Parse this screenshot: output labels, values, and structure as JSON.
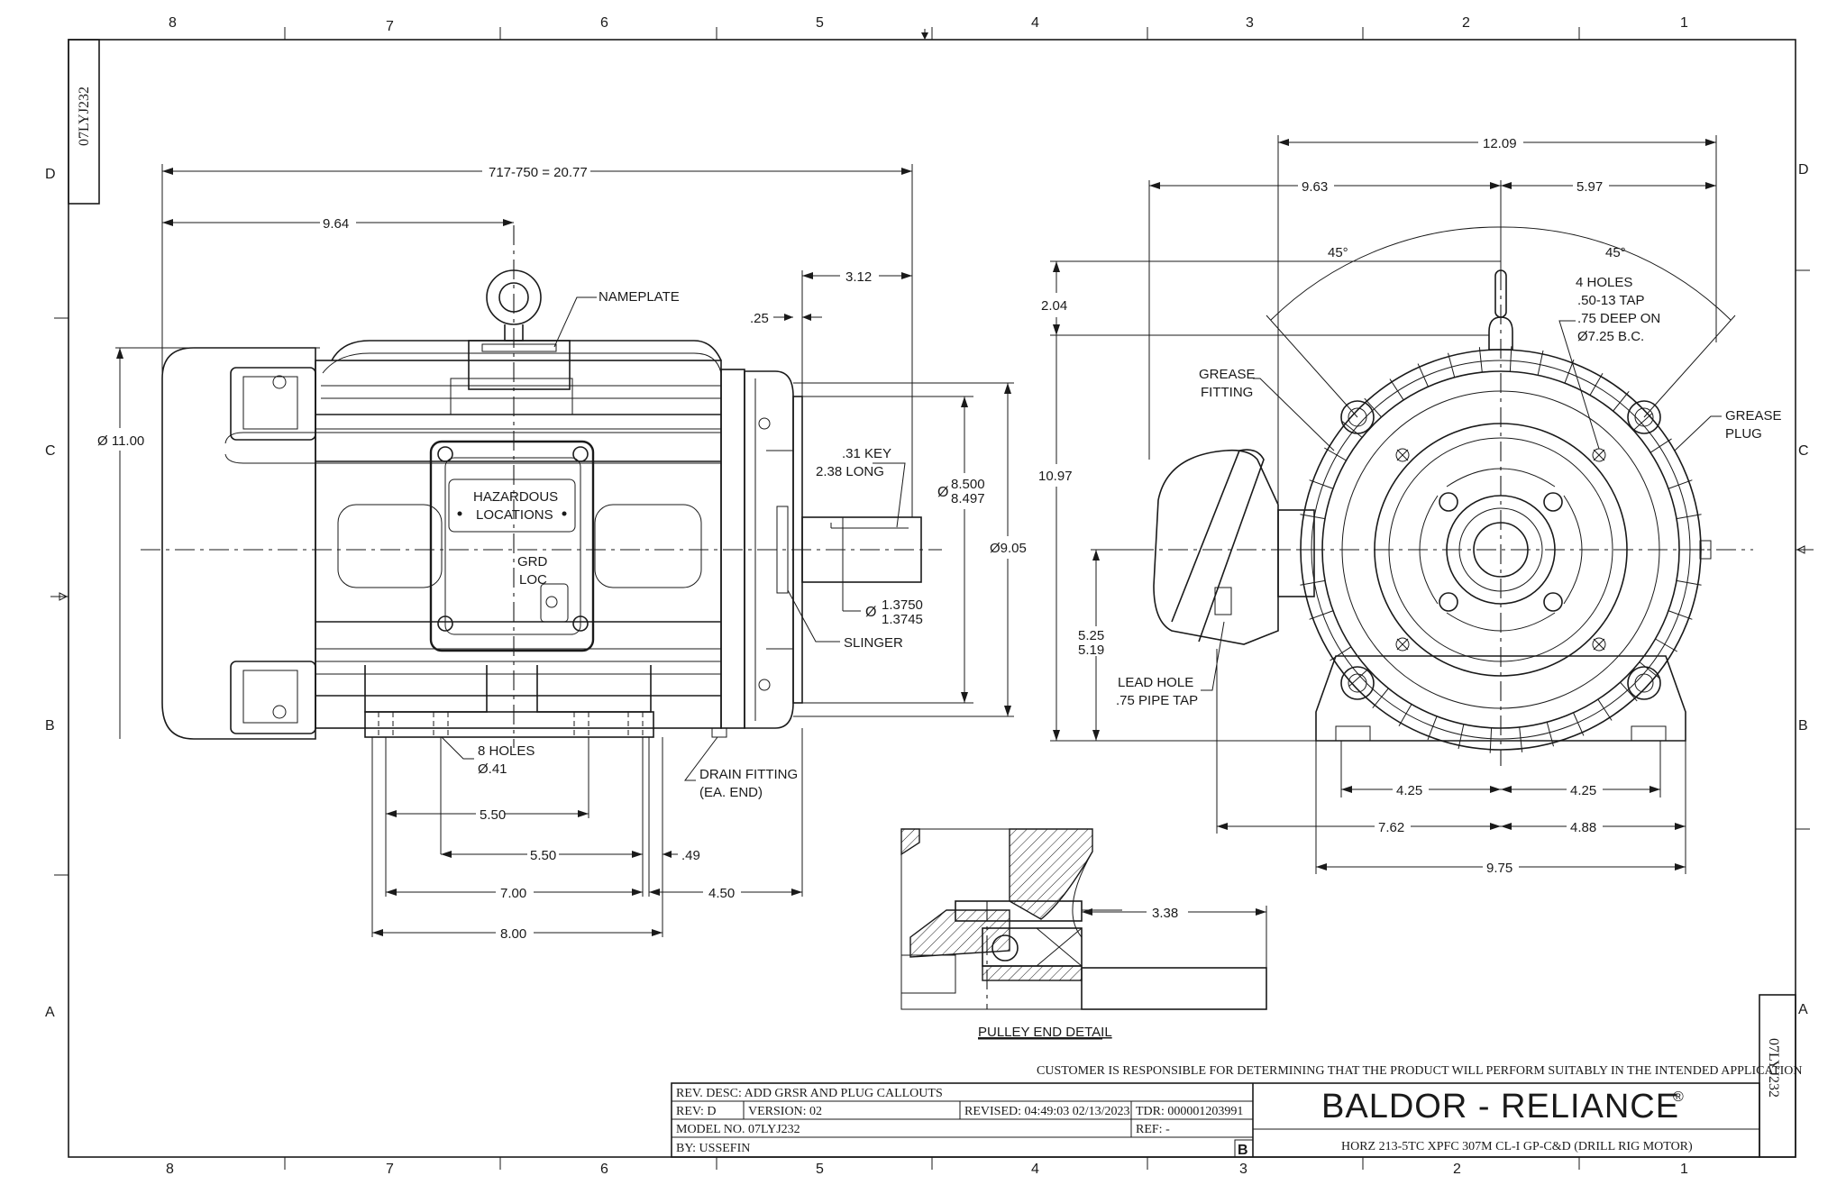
{
  "border": {
    "zones_top": [
      "8",
      "7",
      "6",
      "5",
      "4",
      "3",
      "2",
      "1"
    ],
    "zones_bottom": [
      "8",
      "7",
      "6",
      "5",
      "4",
      "3",
      "2",
      "1"
    ],
    "rows_left": [
      "D",
      "C",
      "B",
      "A"
    ],
    "rows_right": [
      "D",
      "C",
      "B",
      "A"
    ],
    "drawing_number_corner": "07LYJ232",
    "drawing_number_corner_right": "07LYJ232"
  },
  "side_view": {
    "overall_length": "717-750 = 20.77",
    "dim_964": "9.64",
    "dim_diameter": "Ø 11.00",
    "nameplate": "NAMEPLATE",
    "hazardous": [
      "HAZARDOUS",
      "LOCATIONS"
    ],
    "grd_loc": [
      "GRD",
      "LOC"
    ],
    "dim_312": "3.12",
    "dim_025": ".25",
    "key": [
      ".31 KEY",
      "2.38 LONG"
    ],
    "pilot_dia": [
      "8.500",
      "8.497"
    ],
    "pilot_prefix": "Ø",
    "dia_905": "Ø9.05",
    "shaft_dia": [
      "1.3750",
      "1.3745"
    ],
    "shaft_prefix": "Ø",
    "slinger": "SLINGER",
    "holes": [
      "8 HOLES",
      "Ø.41"
    ],
    "drain": [
      "DRAIN FITTING",
      "(EA. END)"
    ],
    "dim_550a": "5.50",
    "dim_550b": "5.50",
    "dim_049": ".49",
    "dim_700": "7.00",
    "dim_450": "4.50",
    "dim_800": "8.00"
  },
  "end_view": {
    "dim_1209": "12.09",
    "dim_963": "9.63",
    "dim_597": "5.97",
    "angle_left": "45°",
    "angle_right": "45°",
    "dim_204": "2.04",
    "dim_1097": "10.97",
    "tap_holes": [
      "4 HOLES",
      ".50-13 TAP",
      ".75 DEEP ON",
      "Ø7.25 B.C."
    ],
    "grease_fitting": [
      "GREASE",
      "FITTING"
    ],
    "grease_plug": [
      "GREASE",
      "PLUG"
    ],
    "dim_525": [
      "5.25",
      "5.19"
    ],
    "lead_hole": [
      "LEAD HOLE",
      ".75 PIPE TAP"
    ],
    "dim_425a": "4.25",
    "dim_425b": "4.25",
    "dim_762": "7.62",
    "dim_488": "4.88",
    "dim_975": "9.75"
  },
  "detail": {
    "dim_338": "3.38",
    "title": "PULLEY END DETAIL"
  },
  "title_block": {
    "disclaimer": "CUSTOMER IS RESPONSIBLE FOR DETERMINING THAT THE PRODUCT WILL PERFORM SUITABLY IN THE INTENDED APPLICATION",
    "rev_desc": "REV. DESC: ADD GRSR AND PLUG CALLOUTS",
    "rev": "REV:  D",
    "version": "VERSION:  02",
    "revised": "REVISED:  04:49:03 02/13/2023",
    "tdr": "TDR:  000001203991",
    "model": "MODEL NO.  07LYJ232",
    "ref": "REF:  -",
    "by": "BY: USSEFIN",
    "size_letter": "B",
    "brand": "BALDOR - RELIANCE",
    "brand_mark": "®",
    "description": "HORZ 213-5TC XPFC 307M CL-I GP-C&D (DRILL RIG MOTOR)"
  }
}
